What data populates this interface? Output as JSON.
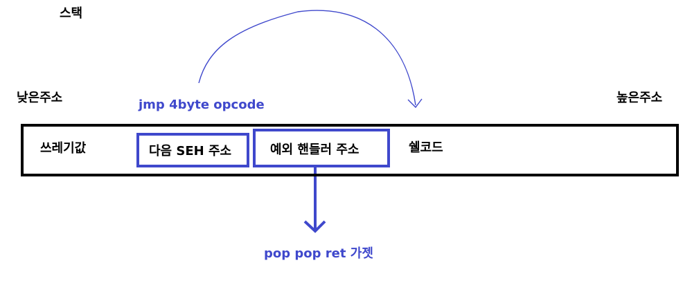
{
  "diagram": {
    "title": "스택",
    "low_address": "낮은주소",
    "high_address": "높은주소",
    "jump_annotation": "jmp 4byte opcode",
    "gadget_annotation": "pop pop ret 가젯",
    "cells": {
      "garbage": "쓰레기값",
      "next_seh": "다음 SEH 주소",
      "handler": "예외 핸들러 주소",
      "shellcode": "쉘코드"
    },
    "colors": {
      "accent": "#3f48cc",
      "outline": "#000000"
    }
  }
}
